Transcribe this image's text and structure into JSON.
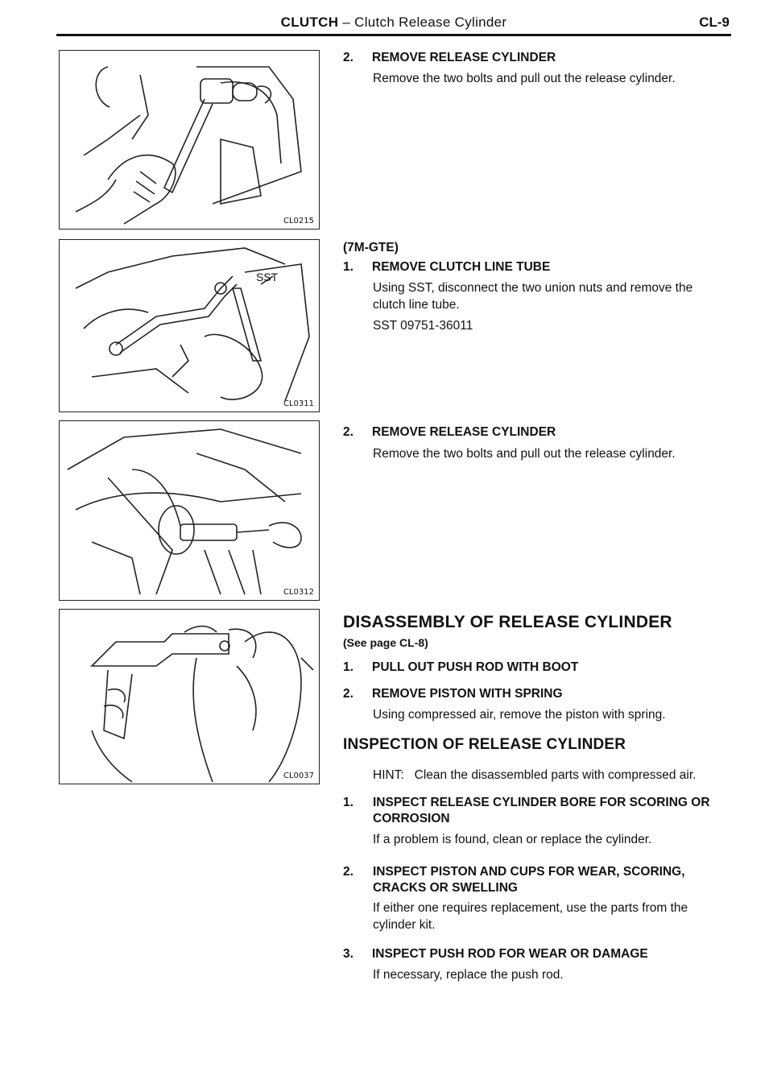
{
  "header": {
    "section": "CLUTCH",
    "subtitle": " – Clutch Release Cylinder",
    "page": "CL-9"
  },
  "figures": [
    {
      "code": "CL0215"
    },
    {
      "code": "CL0311",
      "label": "SST"
    },
    {
      "code": "CL0312"
    },
    {
      "code": "CL0037"
    }
  ],
  "block1": {
    "num": "2.",
    "title": "REMOVE RELEASE CYLINDER",
    "text": "Remove the two bolts and pull out the release cylinder."
  },
  "block2": {
    "variant": "(7M-GTE)",
    "step1_num": "1.",
    "step1_title": "REMOVE CLUTCH LINE TUBE",
    "step1_text": "Using SST, disconnect the two union nuts and remove the clutch line tube.",
    "step1_sst": "SST 09751-36011",
    "step2_num": "2.",
    "step2_title": "REMOVE RELEASE CYLINDER",
    "step2_text": "Remove the two bolts and pull out the release cylinder."
  },
  "disassembly": {
    "heading": "DISASSEMBLY OF RELEASE CYLINDER",
    "ref": "(See page CL-8)",
    "step1_num": "1.",
    "step1_title": "PULL OUT PUSH ROD WITH BOOT",
    "step2_num": "2.",
    "step2_title": "REMOVE PISTON WITH SPRING",
    "step2_text": "Using compressed air, remove the piston with spring."
  },
  "inspection": {
    "heading": "INSPECTION OF RELEASE CYLINDER",
    "hint": "HINT:   Clean the disassembled parts with compressed air.",
    "step1_num": "1.",
    "step1_title": "INSPECT RELEASE CYLINDER BORE FOR SCORING OR CORROSION",
    "step1_text": "If a problem is found, clean or replace the cylinder.",
    "step2_num": "2.",
    "step2_title": "INSPECT PISTON AND CUPS FOR WEAR, SCORING, CRACKS OR SWELLING",
    "step2_text": "If either one requires replacement, use the parts from the cylinder kit.",
    "step3_num": "3.",
    "step3_title": "INSPECT PUSH ROD FOR WEAR OR DAMAGE",
    "step3_text": "If necessary, replace the push rod."
  }
}
